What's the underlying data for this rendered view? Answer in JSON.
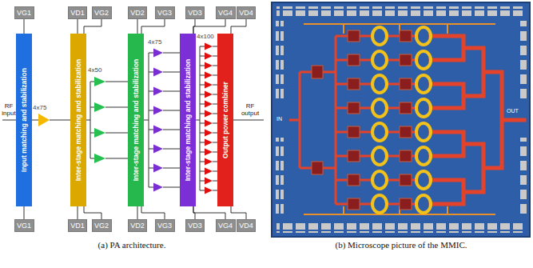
{
  "diagram": {
    "nodes": [
      {
        "text": [
          "VG1"
        ]
      },
      {
        "text": [
          "VD1"
        ]
      },
      {
        "text": [
          "VG2"
        ]
      },
      {
        "text": [
          "VD2"
        ]
      },
      {
        "text": [
          "VG3"
        ]
      },
      {
        "text": [
          "VD3"
        ]
      },
      {
        "text": [
          "VG4"
        ]
      },
      {
        "text": [
          "VD4"
        ]
      },
      {
        "text": [
          "Input matching and stabilization"
        ]
      },
      {
        "text": [
          "Inter-stage matching and stabilization"
        ]
      },
      {
        "text": [
          "Inter-stage matching and stabilization"
        ]
      },
      {
        "text": [
          "Inter-stage matching and stabilization"
        ]
      },
      {
        "text": [
          "Output power combiner"
        ]
      },
      {
        "text": [
          "VG1"
        ]
      },
      {
        "text": [
          "VD1"
        ]
      },
      {
        "text": [
          "VG2"
        ]
      },
      {
        "text": [
          "VD2"
        ]
      },
      {
        "text": [
          "VG3"
        ]
      },
      {
        "text": [
          "VD3"
        ]
      },
      {
        "text": [
          "VG4"
        ]
      },
      {
        "text": [
          "VD4"
        ]
      }
    ],
    "edges": [
      {
        "from": 0,
        "to": 8,
        "arrow": "none"
      },
      {
        "from": 1,
        "to": 9,
        "arrow": "none"
      },
      {
        "from": 2,
        "to": 9,
        "arrow": "none"
      },
      {
        "from": 3,
        "to": 10,
        "arrow": "none"
      },
      {
        "from": 4,
        "to": 10,
        "arrow": "none"
      },
      {
        "from": 5,
        "to": 11,
        "arrow": "none"
      },
      {
        "from": 6,
        "to": 11,
        "arrow": "none"
      },
      {
        "from": 7,
        "to": 12,
        "arrow": "none"
      },
      {
        "from": 13,
        "to": 8,
        "arrow": "none"
      },
      {
        "from": 14,
        "to": 9,
        "arrow": "none"
      },
      {
        "from": 15,
        "to": 9,
        "arrow": "none"
      },
      {
        "from": 16,
        "to": 10,
        "arrow": "none"
      },
      {
        "from": 17,
        "to": 10,
        "arrow": "none"
      },
      {
        "from": 18,
        "to": 11,
        "arrow": "none"
      },
      {
        "from": 19,
        "to": 11,
        "arrow": "none"
      },
      {
        "from": 20,
        "to": 12,
        "arrow": "none"
      }
    ],
    "labels": [
      "RF input",
      "4x75",
      "4x50",
      "4x75",
      "4x100",
      "RF output",
      "IN",
      "OUT",
      "(a) PA architecture.",
      "(b) Microscope picture of the MMIC."
    ]
  }
}
